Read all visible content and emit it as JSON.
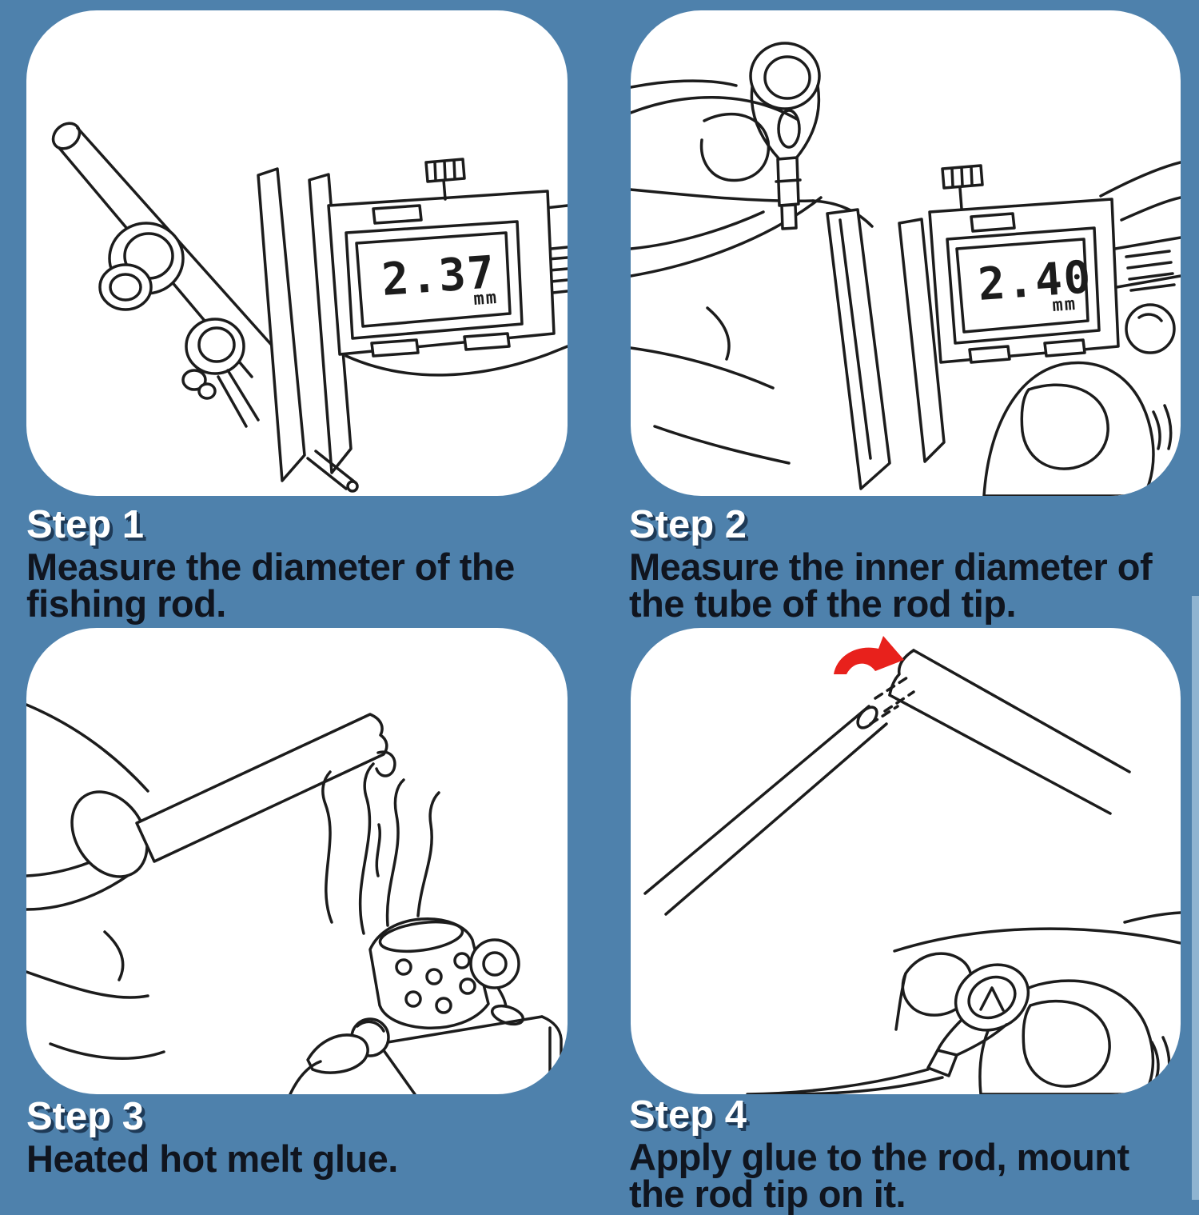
{
  "colors": {
    "background": "#4e81ac",
    "panel": "#ffffff",
    "heading_text": "#ffffff",
    "heading_shadow": "#1e3a57",
    "body_text": "#10151f",
    "line_art": "#1c1c1c",
    "arrow_red": "#e8211c",
    "edge_strip": "#a6c6de"
  },
  "steps": [
    {
      "label": "Step 1",
      "description": "Measure the diameter of the fishing rod.",
      "illustration": "caliper-measuring-rod-diameter",
      "caliper_reading": "2.37",
      "caliper_unit": "mm"
    },
    {
      "label": "Step 2",
      "description": "Measure the inner diameter of the tube of the rod tip.",
      "illustration": "caliper-measuring-tip-inner-diameter",
      "caliper_reading": "2.40",
      "caliper_unit": "mm"
    },
    {
      "label": "Step 3",
      "description": "Heated hot melt glue.",
      "illustration": "lighter-heating-glue-stick"
    },
    {
      "label": "Step 4",
      "description": "Apply glue to the rod, mount the rod tip on it.",
      "illustration": "apply-glue-and-mount-rod-tip",
      "arrow_icon": "curved-red-arrow"
    }
  ]
}
